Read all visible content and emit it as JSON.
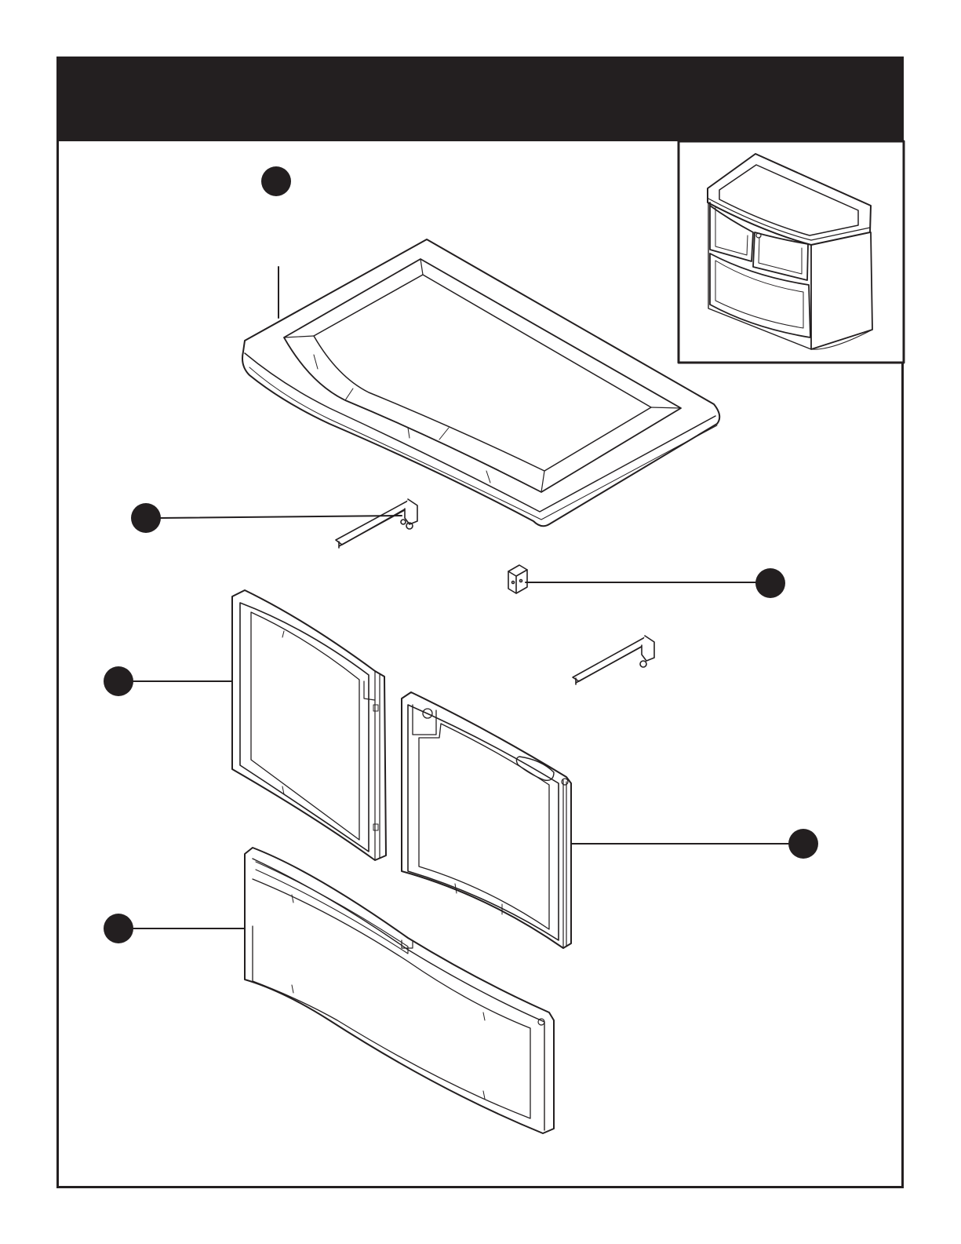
{
  "header": {
    "title": ""
  },
  "colors": {
    "ink": "#231f20",
    "paper": "#ffffff",
    "panel": "#f4f4f4"
  },
  "parts": [
    {
      "id": "top",
      "callout_label": ""
    },
    {
      "id": "hinge-bracket-left",
      "callout_label": ""
    },
    {
      "id": "hinge-block",
      "callout_label": ""
    },
    {
      "id": "door-left",
      "callout_label": ""
    },
    {
      "id": "door-right",
      "callout_label": ""
    },
    {
      "id": "drawer-front",
      "callout_label": ""
    }
  ]
}
